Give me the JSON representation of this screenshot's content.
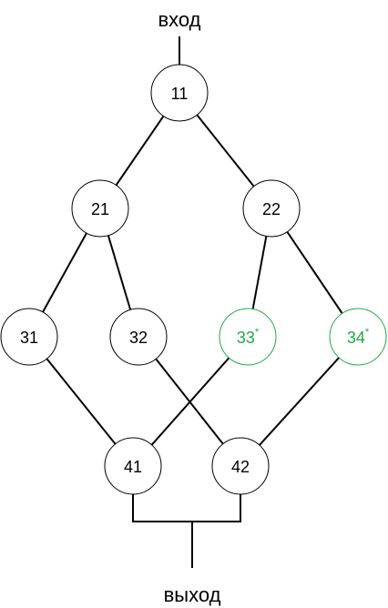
{
  "labels": {
    "input": "вход",
    "output": "выход"
  },
  "highlight_color": "#22a84a",
  "nodes": [
    {
      "id": "11",
      "label": "11",
      "mark": "",
      "highlight": false
    },
    {
      "id": "21",
      "label": "21",
      "mark": "",
      "highlight": false
    },
    {
      "id": "22",
      "label": "22",
      "mark": "",
      "highlight": false
    },
    {
      "id": "31",
      "label": "31",
      "mark": "",
      "highlight": false
    },
    {
      "id": "32",
      "label": "32",
      "mark": "",
      "highlight": false
    },
    {
      "id": "33",
      "label": "33",
      "mark": "*",
      "highlight": true
    },
    {
      "id": "34",
      "label": "34",
      "mark": "*",
      "highlight": true
    },
    {
      "id": "41",
      "label": "41",
      "mark": "",
      "highlight": false
    },
    {
      "id": "42",
      "label": "42",
      "mark": "",
      "highlight": false
    }
  ],
  "edges": [
    [
      "11",
      "21"
    ],
    [
      "11",
      "22"
    ],
    [
      "21",
      "31"
    ],
    [
      "21",
      "32"
    ],
    [
      "22",
      "33"
    ],
    [
      "22",
      "34"
    ],
    [
      "31",
      "41"
    ],
    [
      "33",
      "41"
    ],
    [
      "32",
      "42"
    ],
    [
      "34",
      "42"
    ]
  ]
}
